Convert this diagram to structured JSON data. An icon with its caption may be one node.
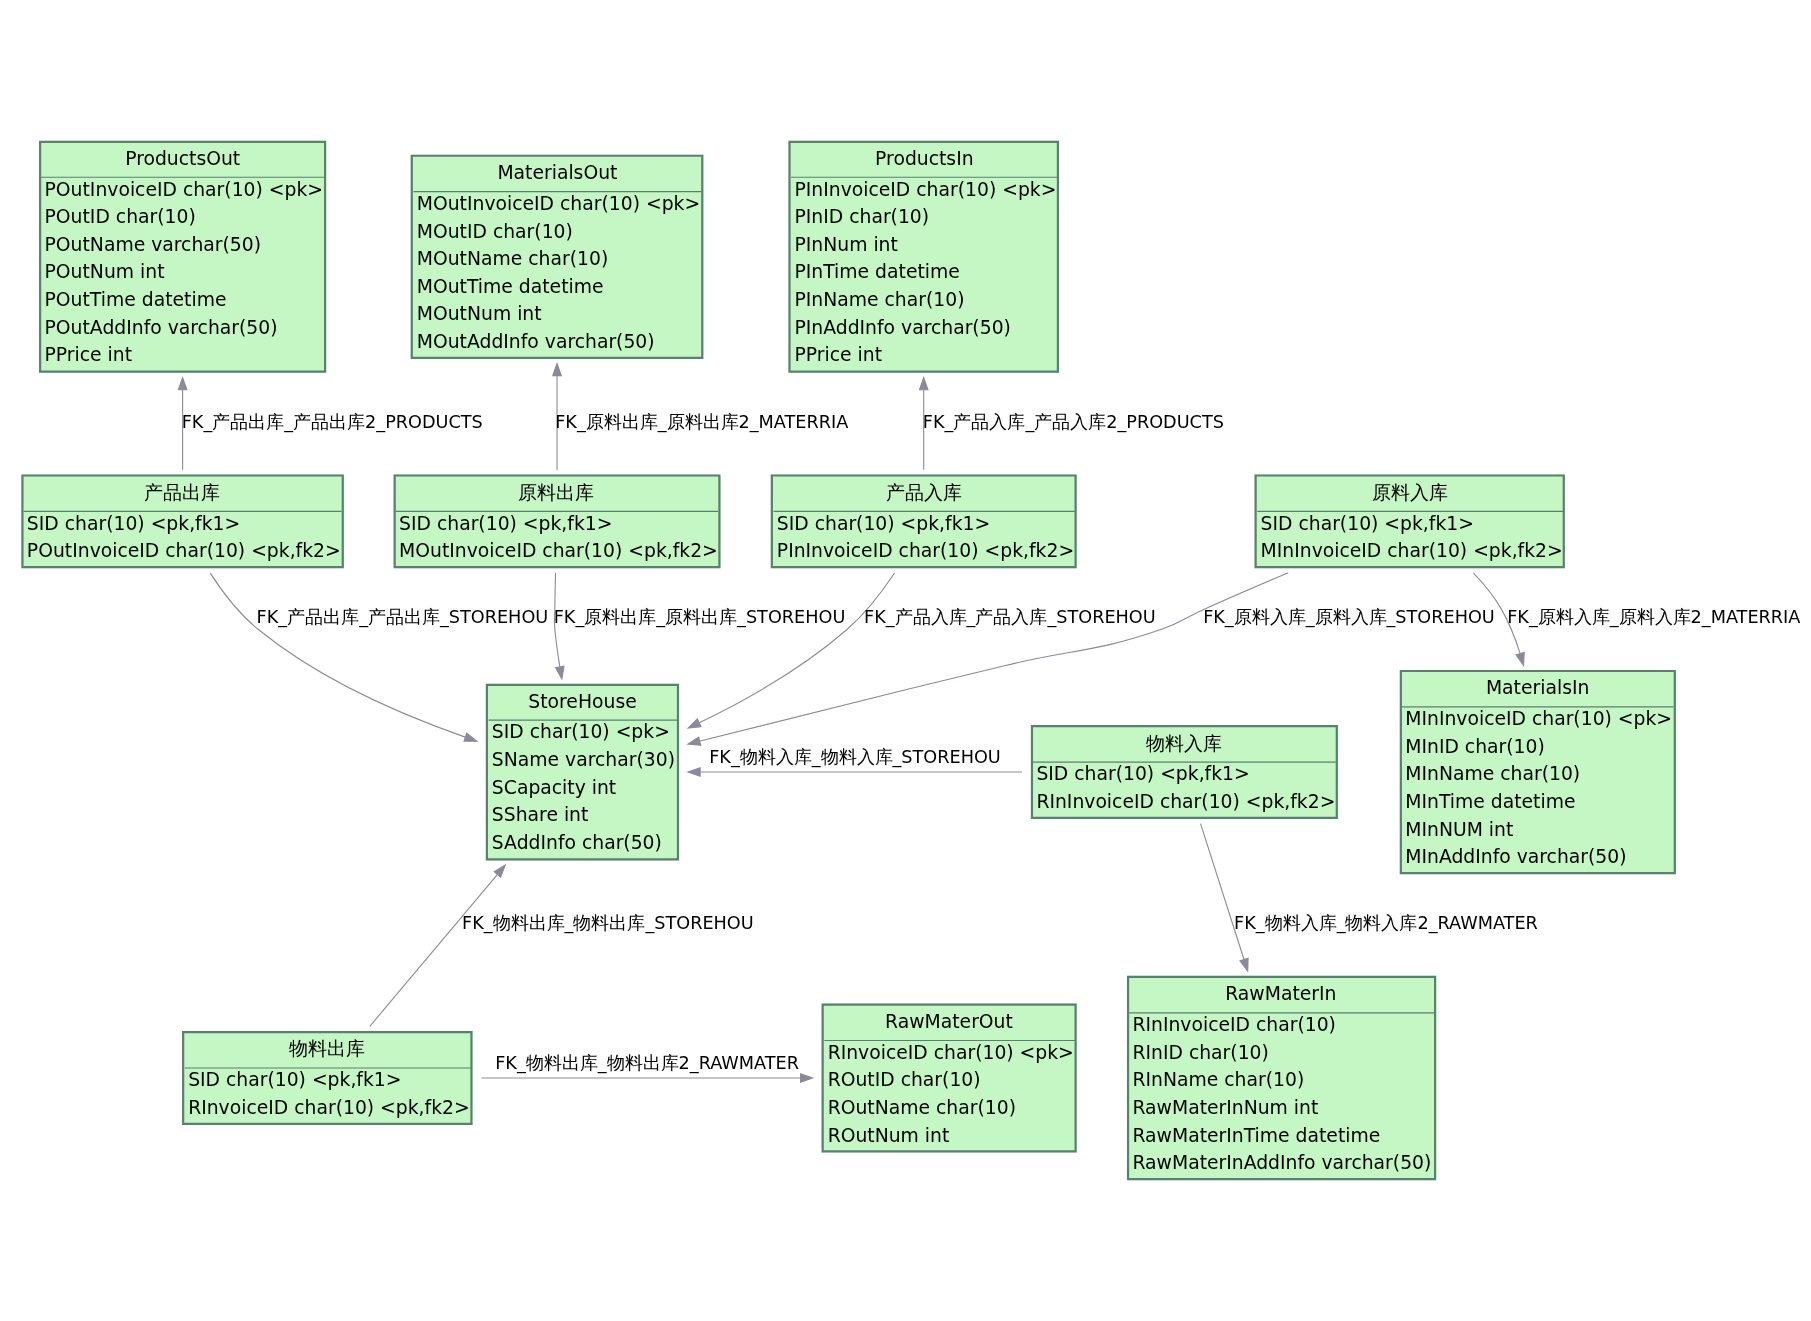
{
  "diagram": {
    "nodes": [
      {
        "text": [
          "ProductsOut",
          "POutInvoiceID char(10) <pk>",
          "POutID char(10)",
          "POutName varchar(50)",
          "POutNum int",
          "POutTime datetime",
          "POutAddInfo varchar(50)",
          "PPrice int"
        ]
      },
      {
        "text": [
          "ProductsIn",
          "PInInvoiceID char(10) <pk>",
          "PInID char(10)",
          "PInNum int",
          "PInTime datetime",
          "PInName char(10)",
          "PInAddInfo varchar(50)",
          "PPrice int"
        ]
      },
      {
        "text": [
          "MaterialsOut",
          "MOutInvoiceID char(10) <pk>",
          "MOutID char(10)",
          "MOutName char(10)",
          "MOutTime datetime",
          "MOutNum int",
          "MOutAddInfo varchar(50)"
        ]
      },
      {
        "text": [
          "原料出库",
          "SID char(10) <pk,fk1>",
          "MOutInvoiceID char(10) <pk,fk2>"
        ]
      },
      {
        "text": [
          "产品入库",
          "SID char(10) <pk,fk1>",
          "PInInvoiceID char(10) <pk,fk2>"
        ]
      },
      {
        "text": [
          "产品出库",
          "SID char(10) <pk,fk1>",
          "POutInvoiceID char(10) <pk,fk2>"
        ]
      },
      {
        "text": [
          "原料入库",
          "SID char(10) <pk,fk1>",
          "MInInvoiceID char(10) <pk,fk2>"
        ]
      },
      {
        "text": [
          "物料入库",
          "SID char(10) <pk,fk1>",
          "RInInvoiceID char(10) <pk,fk2>"
        ]
      },
      {
        "text": [
          "StoreHouse",
          "SID char(10) <pk>",
          "SName varchar(30)",
          "SCapacity int",
          "SShare int",
          "SAddInfo char(50)"
        ]
      },
      {
        "text": [
          "MaterialsIn",
          "MInInvoiceID char(10) <pk>",
          "MInID char(10)",
          "MInName char(10)",
          "MInTime datetime",
          "MInNUM int",
          "MInAddInfo varchar(50)"
        ]
      },
      {
        "text": [
          "RawMaterIn",
          "RInInvoiceID char(10)",
          "RInID char(10)",
          "RInName char(10)",
          "RawMaterInNum int",
          "RawMaterInTime datetime",
          "RawMaterInAddInfo varchar(50)"
        ]
      },
      {
        "text": [
          "物料出库",
          "SID char(10) <pk,fk1>",
          "RInvoiceID char(10) <pk,fk2>"
        ]
      },
      {
        "text": [
          "RawMaterOut",
          "RInvoiceID char(10) <pk>",
          "ROutID char(10)",
          "ROutName char(10)",
          "ROutNum int"
        ]
      }
    ],
    "edges": [
      {
        "from": 5,
        "to": 0,
        "arrow": "to",
        "label": "FK_产品出库_产品出库2_PRODUCTS"
      },
      {
        "from": 4,
        "to": 1,
        "arrow": "to",
        "label": "FK_产品入库_产品入库2_PRODUCTS"
      },
      {
        "from": 3,
        "to": 2,
        "arrow": "to",
        "label": "FK_原料出库_原料出库2_MATERRIA"
      },
      {
        "from": 4,
        "to": 8,
        "arrow": "to",
        "label": "FK_产品入库_产品入库_STOREHOU"
      },
      {
        "from": 3,
        "to": 8,
        "arrow": "to",
        "label": "FK_原料出库_原料出库_STOREHOU"
      },
      {
        "from": 5,
        "to": 8,
        "arrow": "to",
        "label": "FK_产品出库_产品出库_STOREHOU"
      },
      {
        "from": 6,
        "to": 8,
        "arrow": "to",
        "label": "FK_原料入库_原料入库_STOREHOU"
      },
      {
        "from": 6,
        "to": 9,
        "arrow": "to",
        "label": "FK_原料入库_原料入库2_MATERRIA"
      },
      {
        "from": 7,
        "to": 10,
        "arrow": "to",
        "label": "FK_物料入库_物料入库2_RAWMATER"
      },
      {
        "from": 7,
        "to": 8,
        "arrow": "to",
        "label": "FK_物料入库_物料入库_STOREHOU"
      },
      {
        "from": 11,
        "to": 8,
        "arrow": "to",
        "label": "FK_物料出库_物料出库_STOREHOU"
      },
      {
        "from": 11,
        "to": 12,
        "arrow": "to",
        "label": "FK_物料出库_物料出库2_RAWMATER"
      }
    ]
  }
}
